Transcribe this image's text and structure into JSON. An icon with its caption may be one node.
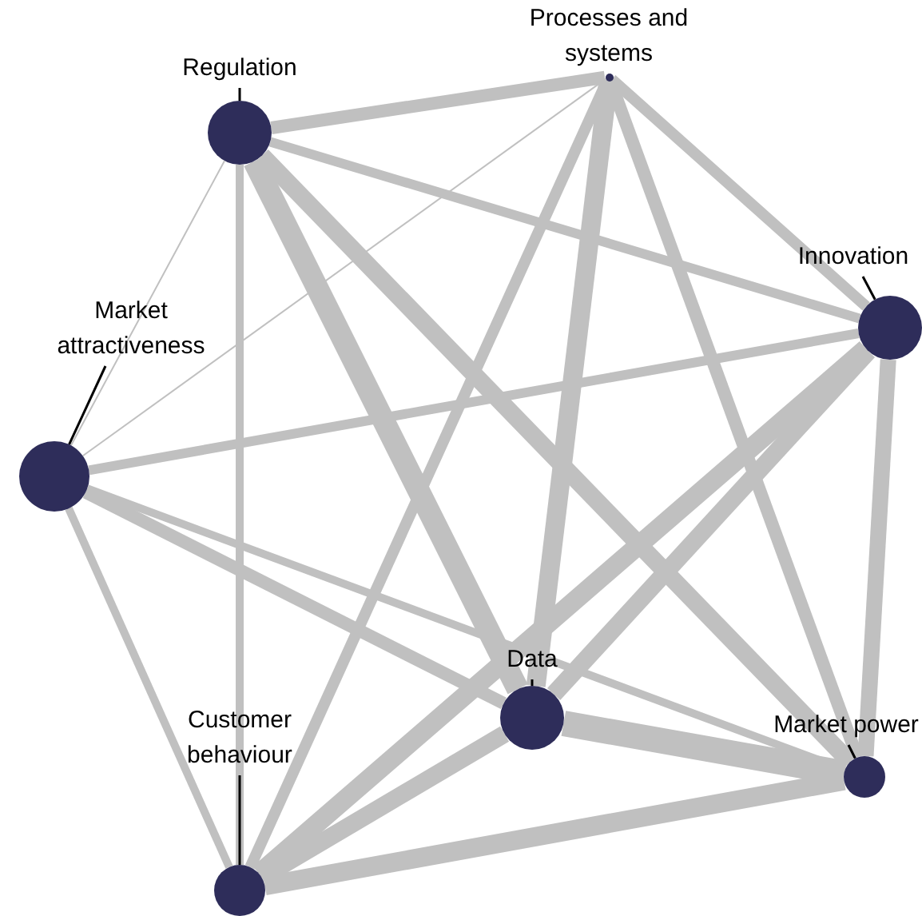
{
  "diagram": {
    "nodes": [
      {
        "text": [
          "Regulation"
        ]
      },
      {
        "text": [],
        "shape": "circle"
      },
      {
        "text": [
          "Processes and systems"
        ]
      },
      {
        "text": [],
        "shape": "circle"
      },
      {
        "text": [
          "Innovation"
        ]
      },
      {
        "text": [],
        "shape": "circle"
      },
      {
        "text": [
          "Market attractiveness"
        ]
      },
      {
        "text": [],
        "shape": "circle"
      },
      {
        "text": [
          "Data"
        ]
      },
      {
        "text": [],
        "shape": "circle"
      },
      {
        "text": [
          "Market power"
        ]
      },
      {
        "text": [],
        "shape": "circle"
      },
      {
        "text": [
          "Customer behaviour"
        ]
      },
      {
        "text": [],
        "shape": "circle"
      }
    ],
    "edges": [
      {
        "from": 1,
        "to": 3,
        "arrow": "none"
      },
      {
        "from": 1,
        "to": 5,
        "arrow": "none"
      },
      {
        "from": 1,
        "to": 7,
        "arrow": "none"
      },
      {
        "from": 1,
        "to": 9,
        "arrow": "none",
        "style": "thick"
      },
      {
        "from": 1,
        "to": 11,
        "arrow": "none"
      },
      {
        "from": 1,
        "to": 13,
        "arrow": "none"
      },
      {
        "from": 3,
        "to": 5,
        "arrow": "none"
      },
      {
        "from": 3,
        "to": 7,
        "arrow": "none"
      },
      {
        "from": 3,
        "to": 9,
        "arrow": "none"
      },
      {
        "from": 3,
        "to": 11,
        "arrow": "none"
      },
      {
        "from": 3,
        "to": 13,
        "arrow": "none"
      },
      {
        "from": 5,
        "to": 7,
        "arrow": "none"
      },
      {
        "from": 5,
        "to": 9,
        "arrow": "none"
      },
      {
        "from": 5,
        "to": 11,
        "arrow": "none"
      },
      {
        "from": 5,
        "to": 13,
        "arrow": "none"
      },
      {
        "from": 7,
        "to": 9,
        "arrow": "none"
      },
      {
        "from": 7,
        "to": 11,
        "arrow": "none"
      },
      {
        "from": 7,
        "to": 13,
        "arrow": "none"
      },
      {
        "from": 9,
        "to": 11,
        "arrow": "none",
        "style": "thick"
      },
      {
        "from": 9,
        "to": 13,
        "arrow": "none"
      },
      {
        "from": 11,
        "to": 13,
        "arrow": "none"
      },
      {
        "from": 0,
        "to": 1,
        "arrow": "none",
        "color": "#000000"
      },
      {
        "from": 4,
        "to": 5,
        "arrow": "none",
        "color": "#000000"
      },
      {
        "from": 6,
        "to": 7,
        "arrow": "none",
        "color": "#000000"
      },
      {
        "from": 8,
        "to": 9,
        "arrow": "none",
        "color": "#000000"
      },
      {
        "from": 10,
        "to": 11,
        "arrow": "none",
        "color": "#000000"
      },
      {
        "from": 12,
        "to": 13,
        "arrow": "none",
        "color": "#000000"
      }
    ]
  }
}
